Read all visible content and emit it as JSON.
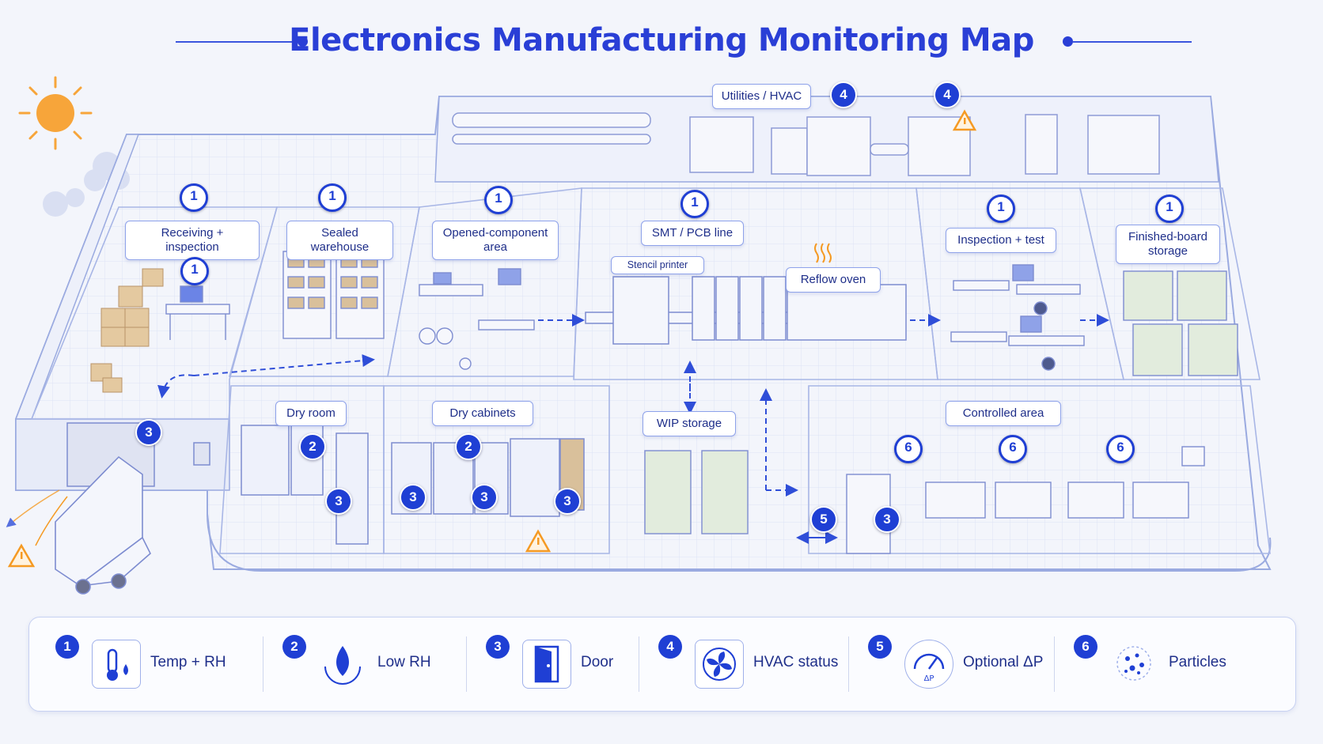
{
  "title": "Electronics Manufacturing Monitoring Map",
  "zones": {
    "utilities": "Utilities / HVAC",
    "receiving": "Receiving + inspection",
    "sealed": "Sealed warehouse",
    "opened": "Opened-component area",
    "smt": "SMT / PCB line",
    "stencil": "Stencil printer",
    "reflow": "Reflow oven",
    "inspection": "Inspection + test",
    "finished": "Finished-board storage",
    "dry_room": "Dry room",
    "dry_cabinets": "Dry cabinets",
    "wip": "WIP storage",
    "controlled": "Controlled area"
  },
  "legend": [
    {
      "num": "1",
      "label": "Temp + RH",
      "icon": "thermometer-droplet-icon"
    },
    {
      "num": "2",
      "label": "Low RH",
      "icon": "droplet-icon"
    },
    {
      "num": "3",
      "label": "Door",
      "icon": "door-icon"
    },
    {
      "num": "4",
      "label": "HVAC status",
      "icon": "fan-icon"
    },
    {
      "num": "5",
      "label": "Optional ΔP",
      "icon": "gauge-icon"
    },
    {
      "num": "6",
      "label": "Particles",
      "icon": "particles-icon"
    }
  ],
  "gauge_unit": "ΔP",
  "colors": {
    "accent": "#1f3fd4",
    "line": "#3b55de",
    "warning": "#f59a23",
    "sun": "#f7a53a"
  }
}
